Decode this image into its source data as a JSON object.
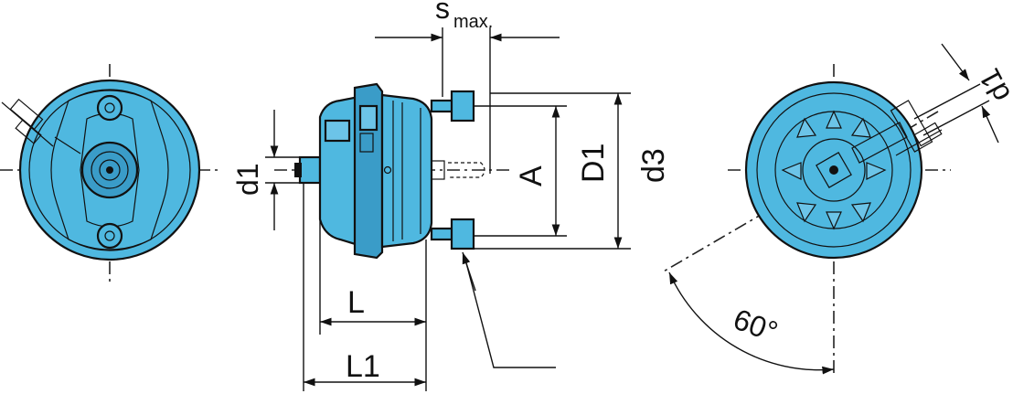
{
  "labels": {
    "s_main": "s",
    "s_sub": "max.",
    "d1_middle": "d1",
    "d1_right": "d1",
    "A": "A",
    "D1": "D1",
    "d3": "d3",
    "L": "L",
    "L1": "L1",
    "angle": "60°"
  },
  "colors": {
    "body": "#4fb8e0",
    "body_dark": "#3a9cc8",
    "body_light": "#8fd3ef",
    "line": "#111111"
  }
}
